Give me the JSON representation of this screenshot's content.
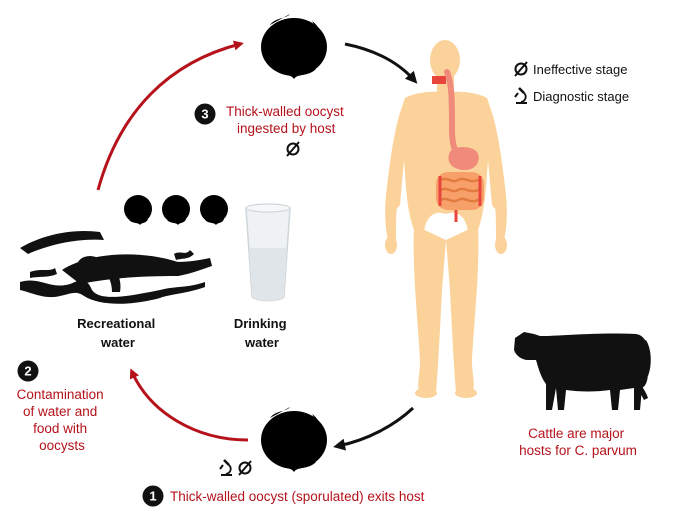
{
  "legend": {
    "ineffective_label": "Ineffective stage",
    "diagnostic_label": "Diagnostic stage"
  },
  "steps": {
    "step1": {
      "number": "1",
      "label": "Thick-walled oocyst (sporulated) exits host"
    },
    "step2": {
      "number": "2",
      "label_lines": [
        "Contamination",
        "of water and",
        "food with",
        "oocysts"
      ]
    },
    "step3": {
      "number": "3",
      "label_lines": [
        "Thick-walled oocyst",
        "ingested by host"
      ]
    }
  },
  "sources": {
    "recreational_lines": [
      "Recreational",
      "water"
    ],
    "drinking_lines": [
      "Drinking",
      "water"
    ]
  },
  "cattle_note_lines": [
    "Cattle are major",
    "hosts for C. parvum"
  ],
  "colors": {
    "red": "#b5121b",
    "body_skin": "#fbd39a",
    "gut": "#f08a7a",
    "black": "#111111"
  }
}
